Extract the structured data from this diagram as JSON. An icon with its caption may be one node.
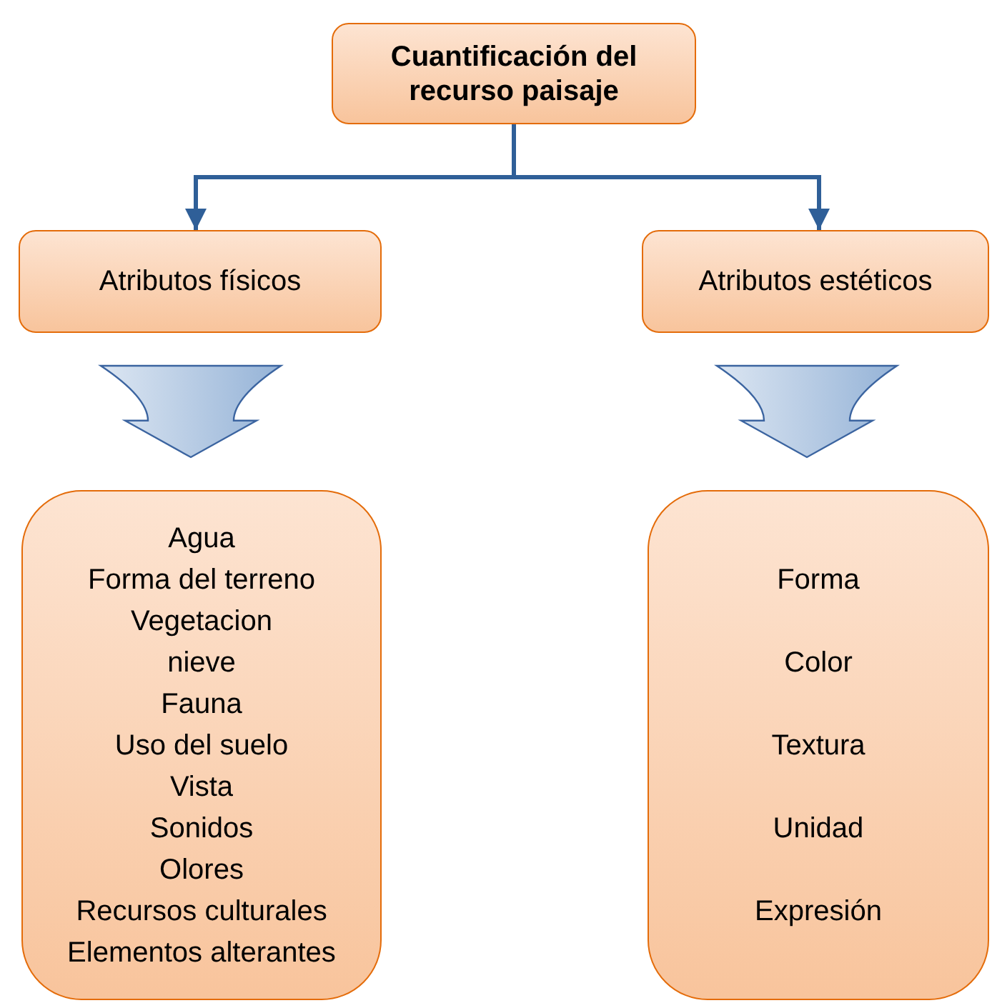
{
  "diagram": {
    "nodes": [
      {
        "text": [
          "Cuantificación del recurso paisaje"
        ]
      },
      {
        "text": [
          "Atributos físicos"
        ]
      },
      {
        "text": [
          "Atributos estéticos"
        ]
      },
      {
        "text": [
          "Agua",
          "Forma del terreno",
          "Vegetacion",
          "nieve",
          "Fauna",
          "Uso del suelo",
          "Vista",
          "Sonidos",
          "Olores",
          "Recursos culturales",
          "Elementos alterantes"
        ]
      },
      {
        "text": [
          "Forma",
          "Color",
          "Textura",
          "Unidad",
          "Expresión"
        ]
      }
    ],
    "edges": [
      {
        "from": 0,
        "to": 1,
        "arrow": "to"
      },
      {
        "from": 0,
        "to": 2,
        "arrow": "to"
      },
      {
        "from": 1,
        "to": 3,
        "arrow": "to",
        "style": "thick"
      },
      {
        "from": 2,
        "to": 4,
        "arrow": "to",
        "style": "thick"
      }
    ]
  }
}
